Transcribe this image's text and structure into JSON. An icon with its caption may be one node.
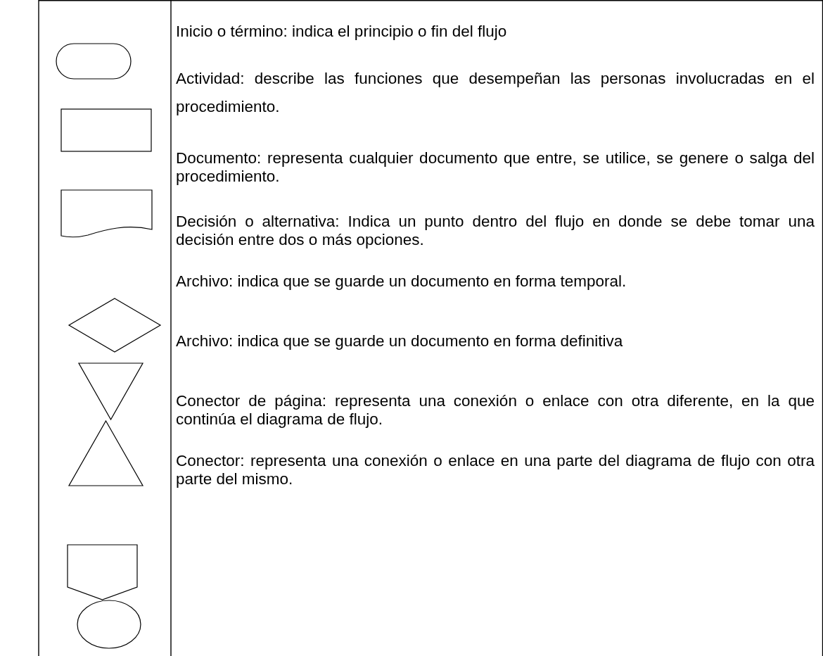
{
  "diagram": {
    "nodes": [
      {
        "text": [],
        "shape": "stadium"
      },
      {
        "text": [],
        "shape": "box"
      },
      {
        "text": [],
        "shape": "document"
      },
      {
        "text": [],
        "shape": "diamond"
      },
      {
        "text": [],
        "shape": "triangle-down"
      },
      {
        "text": [],
        "shape": "triangle-up"
      },
      {
        "text": [],
        "shape": "pentagon"
      },
      {
        "text": [],
        "shape": "circle"
      }
    ],
    "labels": [
      "Inicio o término: indica el principio o fin del flujo",
      "Actividad: describe las funciones que desempeñan las personas involucradas en el procedimiento.",
      "Documento: representa cualquier documento que entre, se utilice, se genere o salga del procedimiento.",
      "Decisión o alternativa: Indica un punto dentro del flujo en donde se debe tomar una decisión entre dos o más opciones.",
      "Archivo: indica que se guarde un documento en forma temporal.",
      "Archivo: indica que se guarde un documento en forma definitiva",
      "Conector de página: representa una conexión o enlace con otra diferente, en la que continúa el diagrama de flujo.",
      "Conector: representa una conexión o enlace en una parte del diagrama de flujo con otra parte del mismo."
    ]
  }
}
